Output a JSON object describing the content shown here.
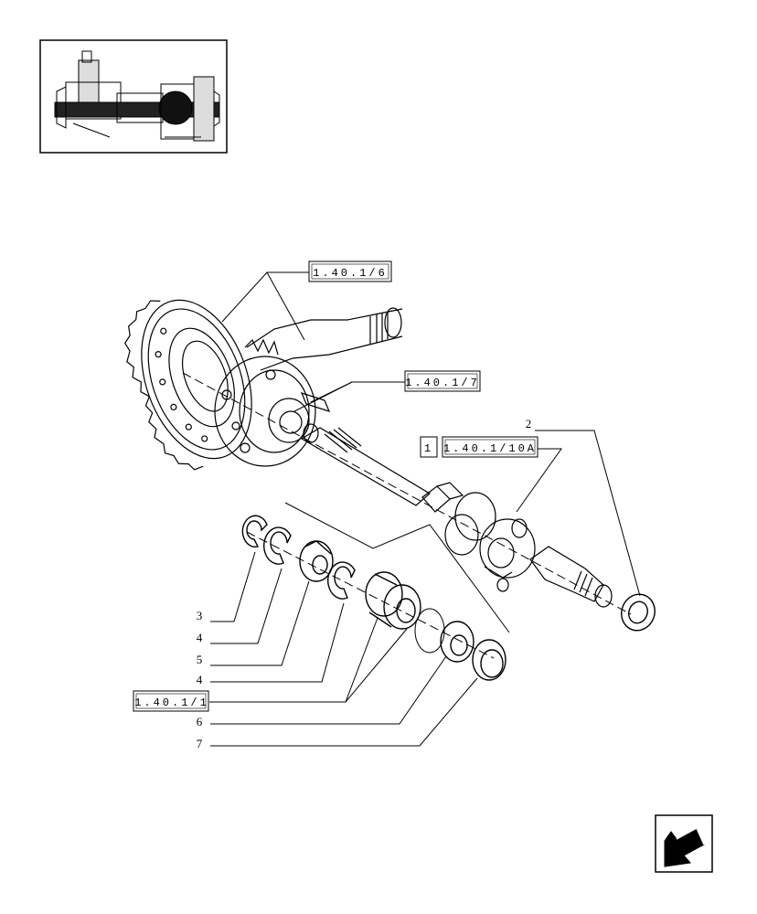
{
  "thumbnail": {
    "icon": "axle-assembly-thumbnail"
  },
  "references": {
    "ref_a": "1.40.1/6",
    "ref_b": "1.40.1/7",
    "ref_c_prefix": "1",
    "ref_c": "1.40.1/10A",
    "ref_d": "1.40.1/1"
  },
  "callouts": {
    "c2": "2",
    "c3": "3",
    "c4a": "4",
    "c5": "5",
    "c4b": "4",
    "c6": "6",
    "c7": "7"
  },
  "nav": {
    "icon": "previous-page-arrow-icon"
  }
}
